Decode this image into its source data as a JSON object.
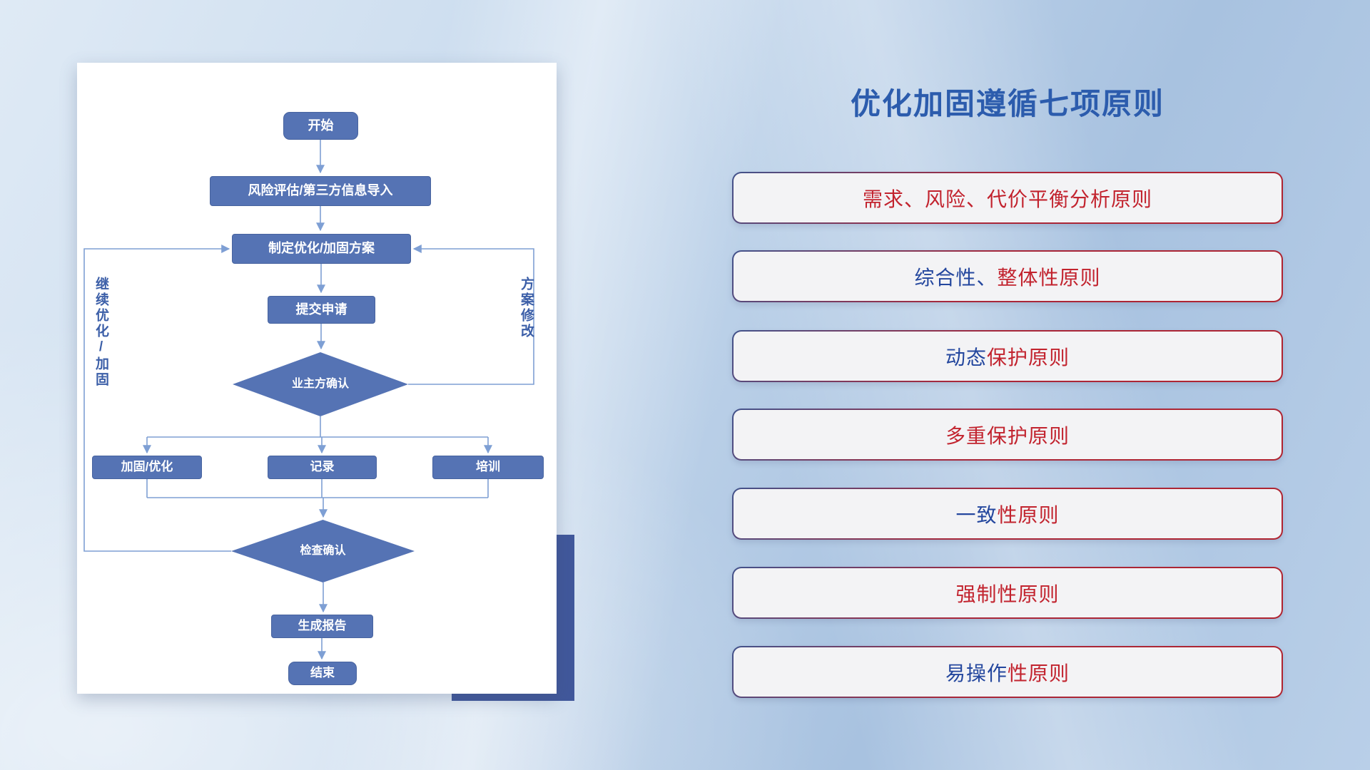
{
  "title": "优化加固遵循七项原则",
  "flowchart": {
    "start": "开始",
    "risk_import": "风险评估/第三方信息导入",
    "make_plan": "制定优化/加固方案",
    "submit": "提交申请",
    "owner_confirm": "业主方确认",
    "reinforce": "加固/优化",
    "record": "记录",
    "training": "培训",
    "check_confirm": "检查确认",
    "report": "生成报告",
    "end": "结束",
    "loop_left_label": "继续优化/加固",
    "loop_right_label": "方案修改"
  },
  "principles": [
    {
      "blue": "",
      "red": "需求、风险、代价平衡分析原则"
    },
    {
      "blue": "综合性、",
      "red": "整体性原则"
    },
    {
      "blue": "动态",
      "red": "保护原则"
    },
    {
      "blue": "",
      "red": "多重保护原则"
    },
    {
      "blue": "一致",
      "red": "性原则"
    },
    {
      "blue": "",
      "red": "强制性原则"
    },
    {
      "blue": "易操作",
      "red": "性原则"
    }
  ],
  "colors": {
    "accent_blue": "#2c5cad",
    "accent_red": "#c2232e",
    "node_fill": "#5573b4",
    "connector_blue": "#7e9fd4"
  }
}
